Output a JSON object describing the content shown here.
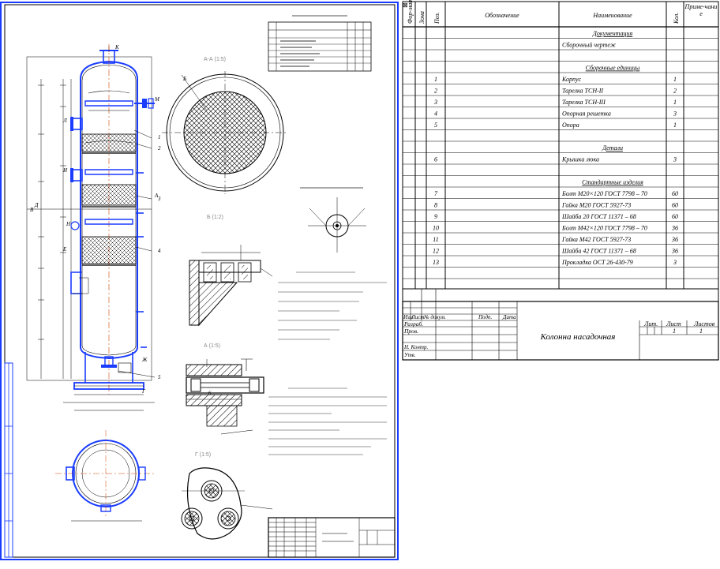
{
  "drawing": {
    "view_labels": {
      "top_section": "А-А (1:5)",
      "section_b": "Б (1:2)",
      "section_v": "А (1:5)",
      "view_g": "Г (1:5)"
    },
    "markers": [
      "А",
      "Б",
      "В",
      "Г",
      "Д",
      "Е",
      "Ж",
      "И",
      "К",
      "Л",
      "М",
      "Н",
      "1",
      "2",
      "3",
      "4",
      "5",
      "6"
    ]
  },
  "spec_table": {
    "headers": {
      "format": "Фор-мат",
      "zone": "Зона",
      "pos": "Поз.",
      "designation": "Обозначение",
      "name": "Наименование",
      "qty": "Кол.",
      "note": "Приме-чание"
    },
    "rows": [
      {
        "pos": "",
        "name": "Документация",
        "qty": "",
        "section": true
      },
      {
        "pos": "",
        "name": "Сборочный чертеж",
        "qty": "",
        "section": false
      },
      {
        "pos": "",
        "name": "Сборочные единицы",
        "qty": "",
        "section": true
      },
      {
        "pos": "1",
        "name": "Корпус",
        "qty": "1",
        "section": false
      },
      {
        "pos": "2",
        "name": "Тарелка ТСН-II",
        "qty": "2",
        "section": false
      },
      {
        "pos": "3",
        "name": "Тарелка ТСН-III",
        "qty": "1",
        "section": false
      },
      {
        "pos": "4",
        "name": "Опорная решетка",
        "qty": "3",
        "section": false
      },
      {
        "pos": "5",
        "name": "Опора",
        "qty": "1",
        "section": false
      },
      {
        "pos": "",
        "name": "Детали",
        "qty": "",
        "section": true
      },
      {
        "pos": "6",
        "name": "Крышка люка",
        "qty": "3",
        "section": false
      },
      {
        "pos": "",
        "name": "Стандартные изделия",
        "qty": "",
        "section": true
      },
      {
        "pos": "7",
        "name": "Болт М20×120 ГОСТ 7798 – 70",
        "qty": "60",
        "section": false
      },
      {
        "pos": "8",
        "name": "Гайка М20 ГОСТ 5927-73",
        "qty": "60",
        "section": false
      },
      {
        "pos": "9",
        "name": "Шайба 20 ГОСТ 11371 – 68",
        "qty": "60",
        "section": false
      },
      {
        "pos": "10",
        "name": "Болт М42×120 ГОСТ 7798 – 70",
        "qty": "36",
        "section": false
      },
      {
        "pos": "11",
        "name": "Гайка М42 ГОСТ 5927-73",
        "qty": "36",
        "section": false
      },
      {
        "pos": "12",
        "name": "Шайба 42 ГОСТ 11371 – 68",
        "qty": "36",
        "section": false
      },
      {
        "pos": "13",
        "name": "Прокладка ОСТ 26-430-79",
        "qty": "3",
        "section": false
      }
    ]
  },
  "title_block": {
    "cols": [
      "Изм",
      "Лист",
      "№ докум.",
      "Подп.",
      "Дата"
    ],
    "roles": [
      "Разраб.",
      "Пров.",
      "Н. Контр.",
      "Утв."
    ],
    "title": "Колонна насадочная",
    "lit_label": "Лит.",
    "sheet_label": "Лист",
    "sheets_label": "Листов",
    "sheet_value": "1",
    "sheets_value": "1"
  }
}
